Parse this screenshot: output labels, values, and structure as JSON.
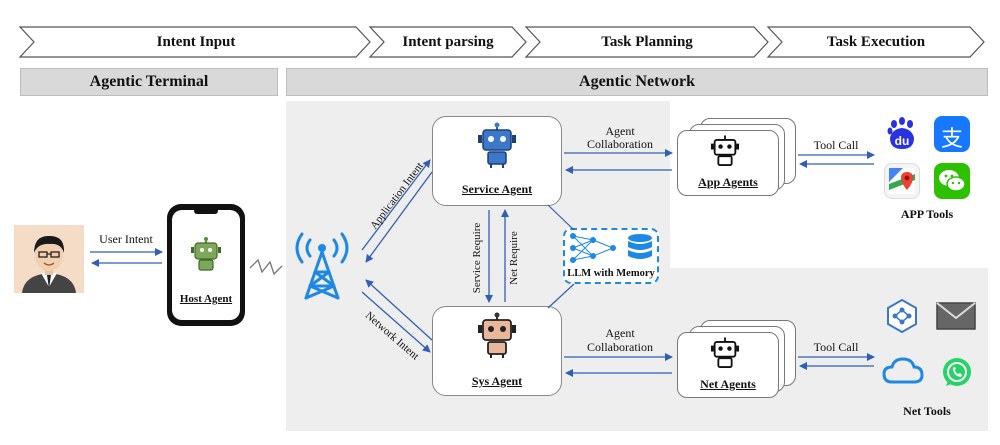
{
  "stages": {
    "intent_input": "Intent Input",
    "intent_parsing": "Intent parsing",
    "task_planning": "Task Planning",
    "task_execution": "Task Execution"
  },
  "sections": {
    "terminal": "Agentic Terminal",
    "network": "Agentic Network"
  },
  "labels": {
    "user_intent": "User Intent",
    "host_agent": "Host Agent",
    "application_intent": "Application Intent",
    "network_intent": "Network Intent",
    "service_agent": "Service Agent",
    "sys_agent": "Sys Agent",
    "service_require": "Service Require",
    "net_require": "Net Require",
    "llm_memory": "LLM with Memory",
    "collab_top_1": "Agent",
    "collab_top_2": "Collaboration",
    "collab_bot_1": "Agent",
    "collab_bot_2": "Collaboration",
    "app_agents": "App Agents",
    "net_agents": "Net Agents",
    "tool_call_top": "Tool Call",
    "tool_call_bottom": "Tool Call",
    "app_tools": "APP Tools",
    "net_tools": "Net Tools",
    "baidu_logo_text": "du",
    "alipay_logo_text": "支"
  },
  "colors": {
    "arrow": "#2f5fb8",
    "stage_border": "#555555",
    "bar_fill": "#d9d9d9",
    "panel_fill": "#eeeeee",
    "robot_blue": "#3b78c9",
    "robot_green": "#5b8c3a",
    "robot_peach": "#e8b79c",
    "tower_blue": "#1e88e5",
    "llm_blue": "#1e88e5"
  }
}
